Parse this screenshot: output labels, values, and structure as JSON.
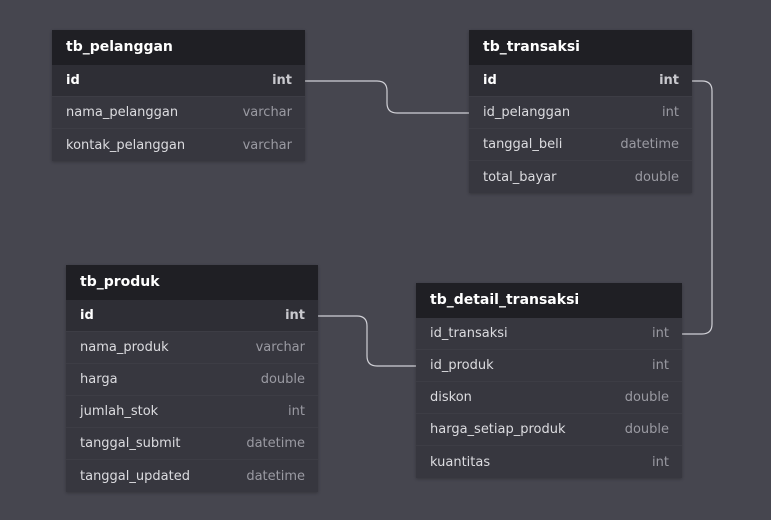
{
  "colors": {
    "canvas": "#46464f",
    "table_body": "#37373f",
    "table_header": "#1f1f24",
    "connector": "#d0d0d6"
  },
  "tables": [
    {
      "id": "tb_pelanggan",
      "name": "tb_pelanggan",
      "fields": [
        {
          "name": "id",
          "type": "int",
          "pk": true
        },
        {
          "name": "nama_pelanggan",
          "type": "varchar"
        },
        {
          "name": "kontak_pelanggan",
          "type": "varchar"
        }
      ]
    },
    {
      "id": "tb_transaksi",
      "name": "tb_transaksi",
      "fields": [
        {
          "name": "id",
          "type": "int",
          "pk": true
        },
        {
          "name": "id_pelanggan",
          "type": "int"
        },
        {
          "name": "tanggal_beli",
          "type": "datetime"
        },
        {
          "name": "total_bayar",
          "type": "double"
        }
      ]
    },
    {
      "id": "tb_produk",
      "name": "tb_produk",
      "fields": [
        {
          "name": "id",
          "type": "int",
          "pk": true
        },
        {
          "name": "nama_produk",
          "type": "varchar"
        },
        {
          "name": "harga",
          "type": "double"
        },
        {
          "name": "jumlah_stok",
          "type": "int"
        },
        {
          "name": "tanggal_submit",
          "type": "datetime"
        },
        {
          "name": "tanggal_updated",
          "type": "datetime"
        }
      ]
    },
    {
      "id": "tb_detail_transaksi",
      "name": "tb_detail_transaksi",
      "fields": [
        {
          "name": "id_transaksi",
          "type": "int"
        },
        {
          "name": "id_produk",
          "type": "int"
        },
        {
          "name": "diskon",
          "type": "double"
        },
        {
          "name": "harga_setiap_produk",
          "type": "double"
        },
        {
          "name": "kuantitas",
          "type": "int"
        }
      ]
    }
  ],
  "relations": [
    {
      "from_table": "tb_pelanggan",
      "from_field": "id",
      "to_table": "tb_transaksi",
      "to_field": "id_pelanggan"
    },
    {
      "from_table": "tb_transaksi",
      "from_field": "id",
      "to_table": "tb_detail_transaksi",
      "to_field": "id_transaksi"
    },
    {
      "from_table": "tb_produk",
      "from_field": "id",
      "to_table": "tb_detail_transaksi",
      "to_field": "id_produk"
    }
  ]
}
